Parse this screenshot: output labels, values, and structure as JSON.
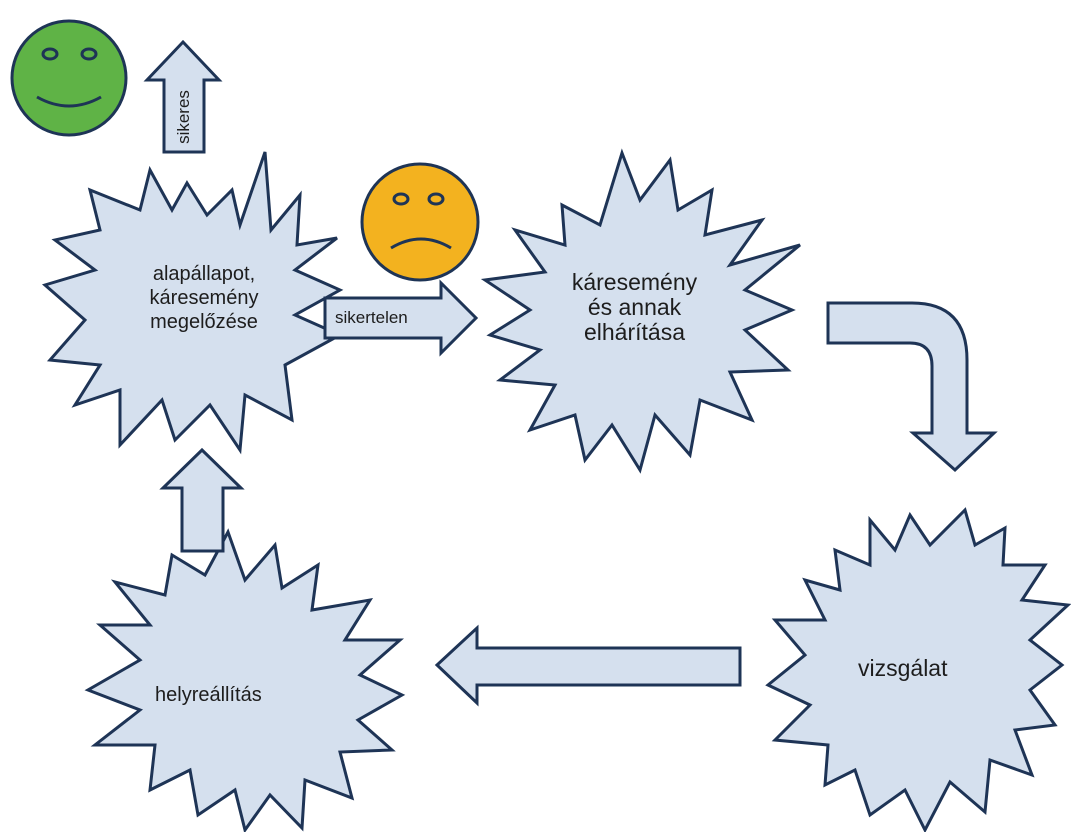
{
  "diagram": {
    "nodes": {
      "prevention": {
        "lines": [
          "alapállapot,",
          "káresemény",
          "megelőzése"
        ]
      },
      "incident": {
        "lines": [
          "káresemény",
          "és annak",
          "elhárítása"
        ]
      },
      "investigation": {
        "label": "vizsgálat"
      },
      "restoration": {
        "label": "helyreállítás"
      }
    },
    "edges": {
      "success": {
        "label": "sikeres"
      },
      "failure": {
        "label": "sikertelen"
      }
    },
    "colors": {
      "star_fill": "#d5e0ee",
      "outline": "#1e3456",
      "happy_face": "#5fb346",
      "sad_face": "#f3b21f"
    },
    "icons": [
      "happy-face-icon",
      "sad-face-icon"
    ]
  }
}
